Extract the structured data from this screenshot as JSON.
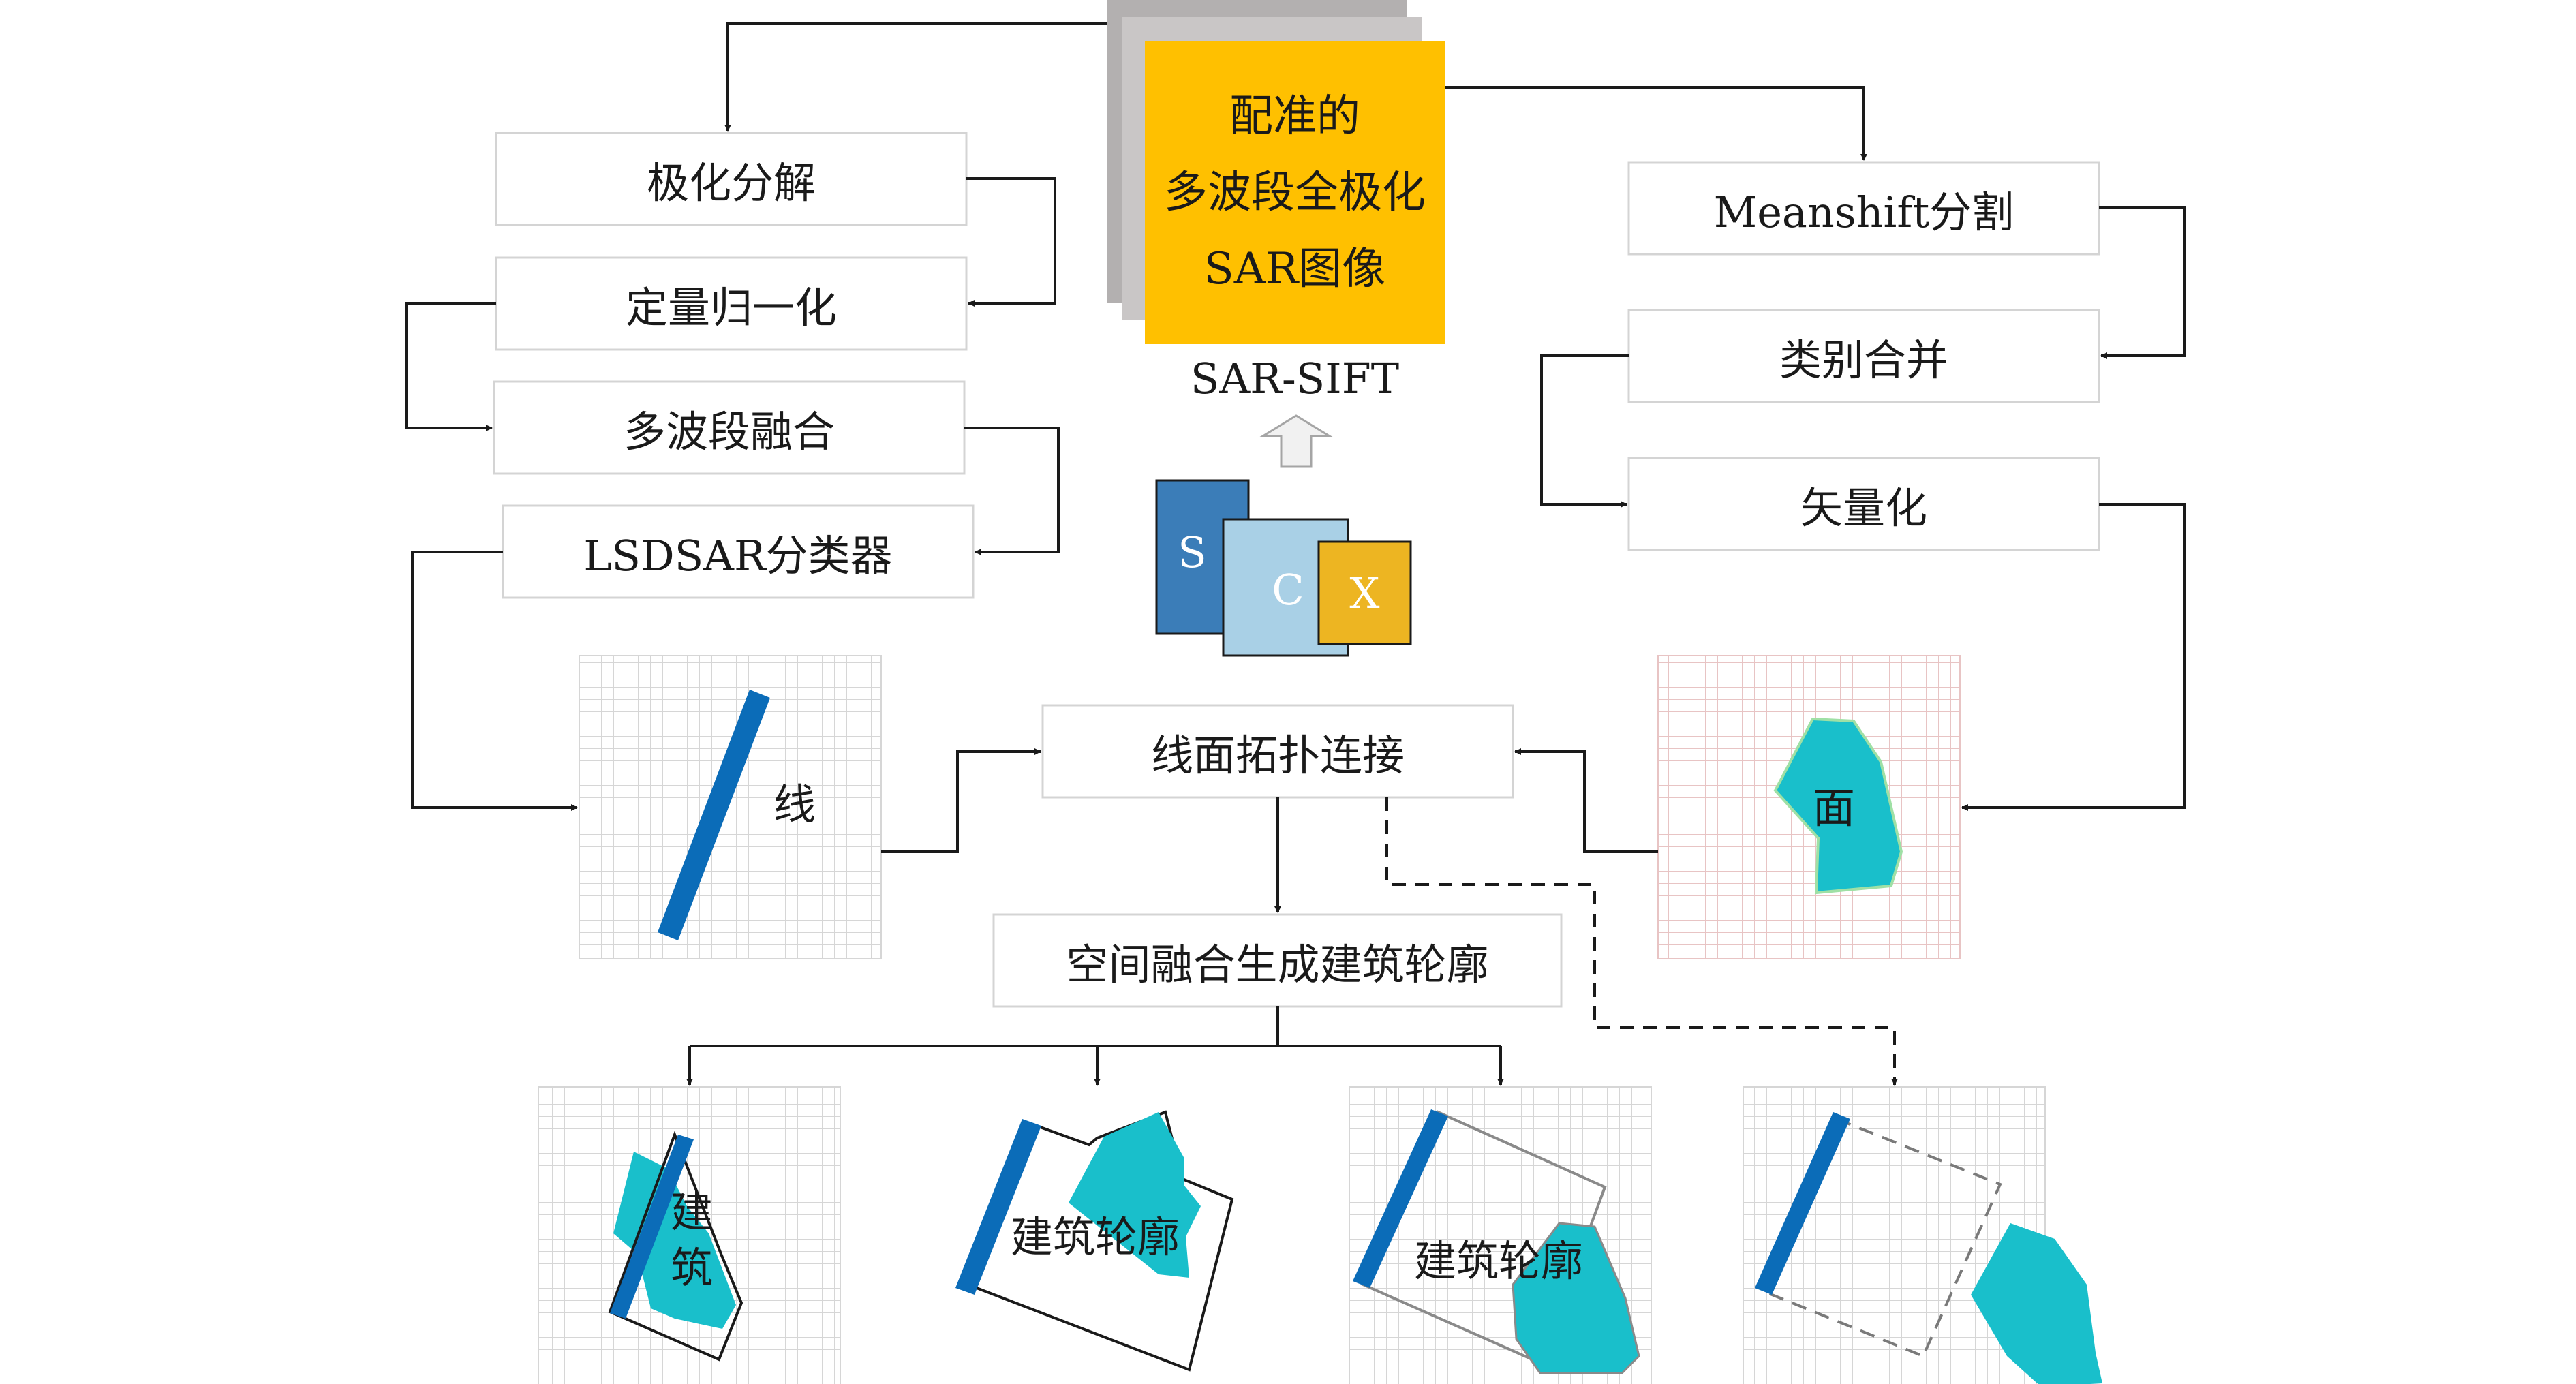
{
  "nodes": {
    "source": {
      "lines": [
        "配准的",
        "多波段全极化",
        "SAR图像"
      ]
    },
    "sar_sift": "SAR-SIFT",
    "bands": {
      "s": "S",
      "c": "C",
      "x": "X"
    },
    "polar_decomp": "极化分解",
    "normalize": "定量归一化",
    "band_fusion": "多波段融合",
    "lsdsar": "LSDSAR分类器",
    "meanshift": "Meanshift分割",
    "class_merge": "类别合并",
    "vectorize": "矢量化",
    "line_label": "线",
    "area_label": "面",
    "topology": "线面拓扑连接",
    "spatial_fusion": "空间融合生成建筑轮廓",
    "result1": {
      "lines": [
        "建",
        "筑"
      ]
    },
    "result2": "建筑轮廓",
    "result3": "建筑轮廓"
  },
  "colors": {
    "source_fill": "#FFC000",
    "shadow_fill": "#B3B0B0",
    "line_blue": "#0B6CB8",
    "area_cyan": "#19BFCB",
    "band_s": "#3B7DB8",
    "band_c": "#A9D0E6",
    "band_x": "#EDB522",
    "grid_gray": "#D6D6D6",
    "grid_pink": "#E8C4C4",
    "box_border": "#D4D4D4",
    "arrow": "#1A1A1A"
  }
}
